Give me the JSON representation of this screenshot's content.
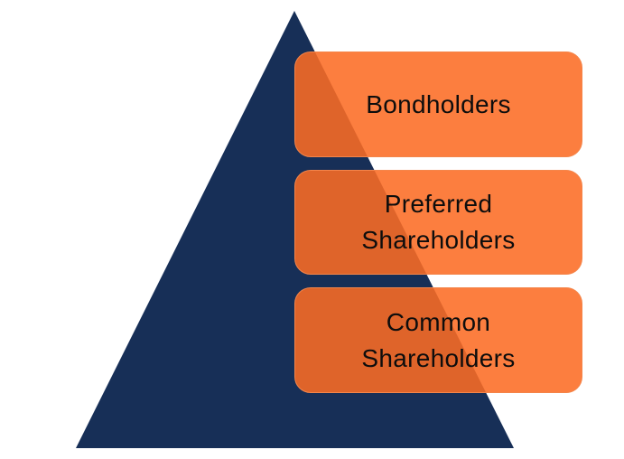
{
  "colors": {
    "pyramid": "#172f57",
    "box_fill": "#fc6c24",
    "box_border": "#f4854a",
    "text": "#0d0d0d",
    "background": "#ffffff"
  },
  "tiers": [
    {
      "lines": [
        "Bondholders"
      ]
    },
    {
      "lines": [
        "Preferred",
        "Shareholders"
      ]
    },
    {
      "lines": [
        "Common",
        "Shareholders"
      ]
    }
  ]
}
